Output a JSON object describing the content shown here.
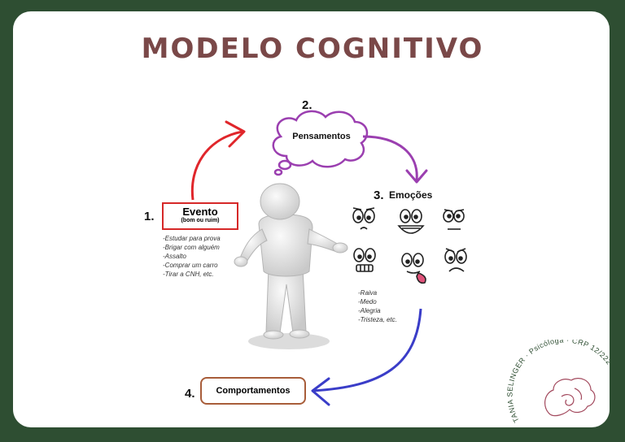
{
  "title": "MODELO COGNITIVO",
  "steps": {
    "evento": {
      "number": "1.",
      "label": "Evento",
      "sublabel": "(bom ou ruim)"
    },
    "pensamentos": {
      "number": "2.",
      "label": "Pensamentos"
    },
    "emocoes": {
      "number": "3.",
      "label": "Emoções"
    },
    "comportamentos": {
      "number": "4.",
      "label": "Comportamentos"
    }
  },
  "event_examples": [
    "-Estudar para prova",
    "-Brigar com alguém",
    "-Assalto",
    "-Comprar um carro",
    "-Tirar a CNH, etc."
  ],
  "emotion_examples": [
    "-Raiva",
    "-Medo",
    "-Alegria",
    "-Tristeza, etc."
  ],
  "watermark": "TANIA SELINGER · Psicóloga · CRP 12/222",
  "colors": {
    "background": "#2e4e32",
    "card": "#ffffff",
    "title": "#7a4848",
    "arrow_red": "#e0262b",
    "arrow_purple": "#9b3fb0",
    "arrow_blue": "#3a3dc8",
    "box_red": "#d62828",
    "box_brown": "#a85d3a"
  }
}
